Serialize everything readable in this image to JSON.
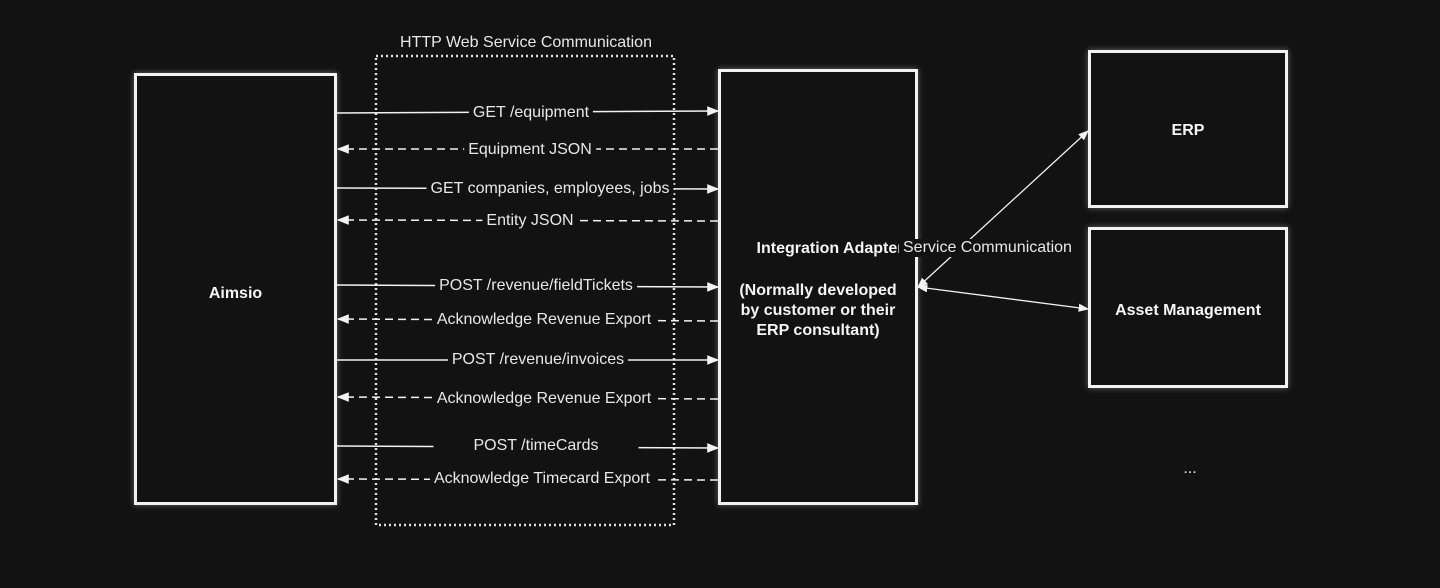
{
  "group_title": "HTTP Web Service Communication",
  "nodes": {
    "aimsio": "Aimsio",
    "adapter_title": "Integration Adapter",
    "adapter_note": "(Normally developed by customer or their ERP consultant)",
    "erp": "ERP",
    "asset": "Asset Management",
    "ellipsis": "..."
  },
  "messages": [
    "GET /equipment",
    "Equipment JSON",
    "GET companies, employees, jobs",
    "Entity JSON",
    "POST /revenue/fieldTickets",
    "Acknowledge Revenue Export",
    "POST /revenue/invoices",
    "Acknowledge Revenue Export",
    "POST /timeCards",
    "Acknowledge Timecard Export"
  ],
  "service_label": "Service Communication",
  "colors": {
    "background": "#121212",
    "stroke": "#f2f2f2"
  }
}
